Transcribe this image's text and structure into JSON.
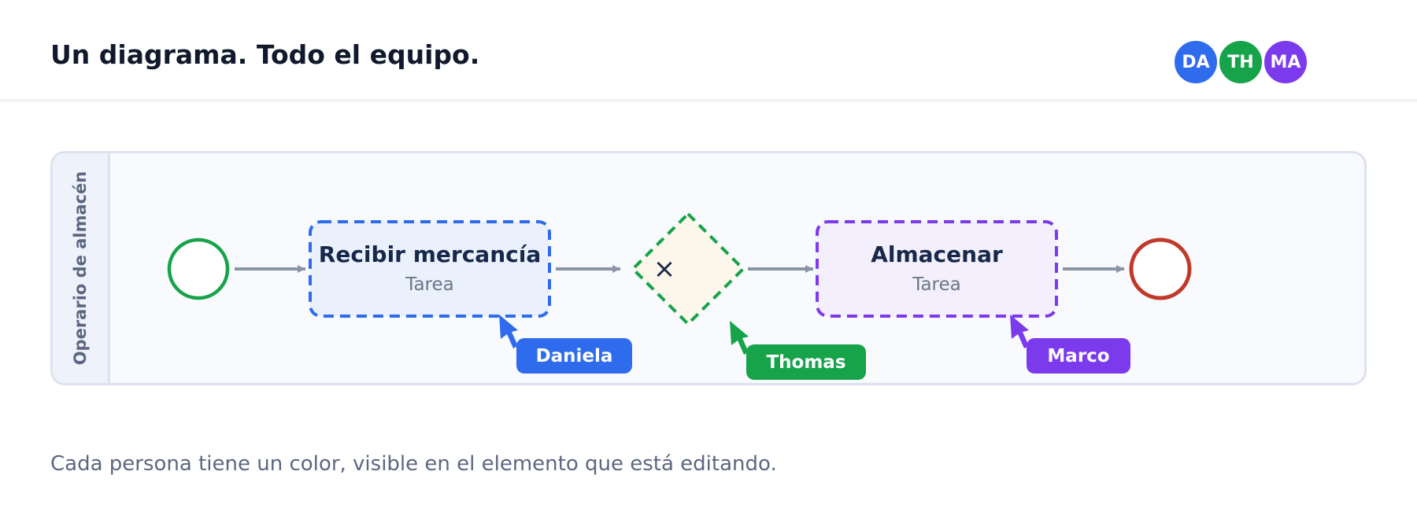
{
  "header": {
    "title": "Un diagrama. Todo el equipo.",
    "avatars": [
      {
        "initials": "DA",
        "color": "#2f6ced"
      },
      {
        "initials": "TH",
        "color": "#16a34a"
      },
      {
        "initials": "MA",
        "color": "#7c3aed"
      }
    ]
  },
  "diagram": {
    "lane": {
      "label": "Operario de almacén"
    },
    "start_event": {
      "color": "#16a34a"
    },
    "end_event": {
      "color": "#c0392b"
    },
    "tasks": [
      {
        "label": "Recibir mercancía",
        "type": "Tarea",
        "editor_color": "#2f6ced",
        "fill": "#eaf1fd"
      },
      {
        "label": "Almacenar",
        "type": "Tarea",
        "editor_color": "#7c3aed",
        "fill": "#f3effd"
      }
    ],
    "gateway": {
      "symbol": "×",
      "editor_color": "#16a34a",
      "fill": "#fdf6ea"
    },
    "flow_color": "#8a94a6",
    "cursors": [
      {
        "name": "Daniela",
        "color": "#2f6ced"
      },
      {
        "name": "Thomas",
        "color": "#16a34a"
      },
      {
        "name": "Marco",
        "color": "#7c3aed"
      }
    ]
  },
  "caption": "Cada persona tiene un color, visible en el elemento que está editando."
}
